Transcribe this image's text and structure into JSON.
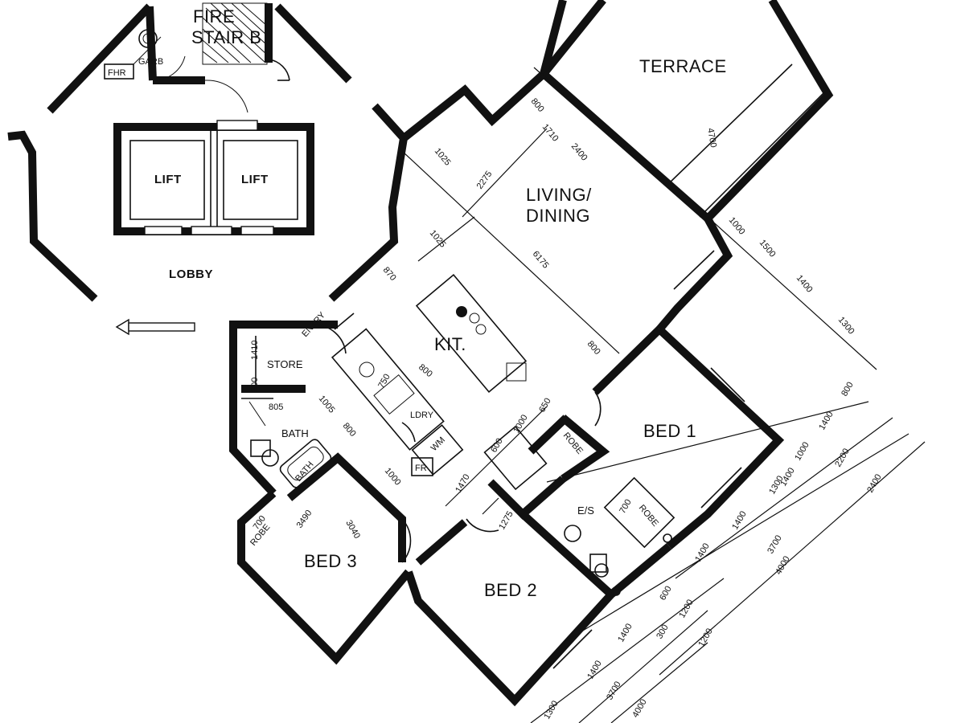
{
  "rooms": {
    "terrace": "TERRACE",
    "living": "LIVING/",
    "dining": "DINING",
    "kitchen": "KIT.",
    "lobby": "LOBBY",
    "lift_1": "LIFT",
    "lift_2": "LIFT",
    "store": "STORE",
    "bath": "BATH",
    "laundry": "LDRY",
    "bed_1": "BED 1",
    "bed_2": "BED 2",
    "bed_3": "BED 3",
    "ensuite": "E/S",
    "entry": "ENTRY",
    "fire_stair_line1": "FIRE",
    "fire_stair_line2": "STAIR B",
    "garbage": "GARB",
    "fhr": "FHR"
  },
  "fixtures": {
    "bath_tub": "BATH",
    "robe_1": "ROBE",
    "robe_2": "ROBE",
    "robe_3": "ROBE",
    "fridge": "FR",
    "wm": "WM"
  },
  "dimensions": {
    "terrace_depth": "4700",
    "living_a": "2400",
    "living_b": "1710",
    "living_c": "800",
    "living_d": "1025",
    "living_e": "2275",
    "living_f": "1025",
    "living_g": "6175",
    "living_h": "870",
    "kit_a": "800",
    "right_1": "1000",
    "right_2": "1500",
    "right_3": "1400",
    "right_4": "1300",
    "bed1_a": "800",
    "bed1_b": "1400",
    "bed1_c": "1000",
    "bed1_d": "1400",
    "bed1_e": "1300",
    "bed1_f": "1400",
    "bed1_g": "1400",
    "bed1_h": "2200",
    "bed1_i": "3700",
    "bed1_j": "2400",
    "bed1_k": "4000",
    "ens_a": "650",
    "ens_b": "1000",
    "ens_c": "600",
    "ens_d": "1470",
    "ens_e": "1275",
    "ens_f": "700",
    "bath_a": "1005",
    "bath_b": "800",
    "bath_c": "1000",
    "bath_d": "805",
    "store_a": "1410",
    "store_b": "800",
    "ldry_a": "750",
    "ldry_b": "800",
    "bed3_a": "3490",
    "bed3_b": "3040",
    "bed3_c": "700",
    "bot_a": "600",
    "bot_b": "1200",
    "bot_c": "1200",
    "bot_d": "1400",
    "bot_e": "300",
    "bot_f": "1300",
    "bot_g": "1400",
    "bot_h": "3700",
    "bot_i": "4000"
  }
}
